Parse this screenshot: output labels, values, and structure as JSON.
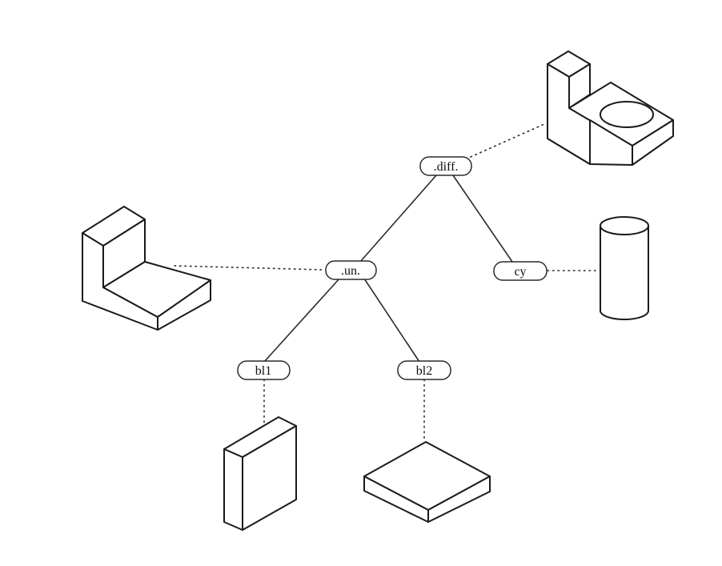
{
  "tree": {
    "nodes": [
      {
        "id": "diff",
        "label": ".diff."
      },
      {
        "id": "un",
        "label": ".un."
      },
      {
        "id": "cy",
        "label": "cy"
      },
      {
        "id": "bl1",
        "label": "bl1"
      },
      {
        "id": "bl2",
        "label": "bl2"
      }
    ],
    "edges": [
      {
        "from": "diff",
        "to": "un"
      },
      {
        "from": "diff",
        "to": "cy"
      },
      {
        "from": "un",
        "to": "bl1"
      },
      {
        "from": "un",
        "to": "bl2"
      }
    ],
    "links": [
      {
        "node": "diff",
        "shape": "bracket-with-hole"
      },
      {
        "node": "un",
        "shape": "l-bracket"
      },
      {
        "node": "cy",
        "shape": "cylinder"
      },
      {
        "node": "bl1",
        "shape": "upright-block"
      },
      {
        "node": "bl2",
        "shape": "flat-slab"
      }
    ]
  }
}
